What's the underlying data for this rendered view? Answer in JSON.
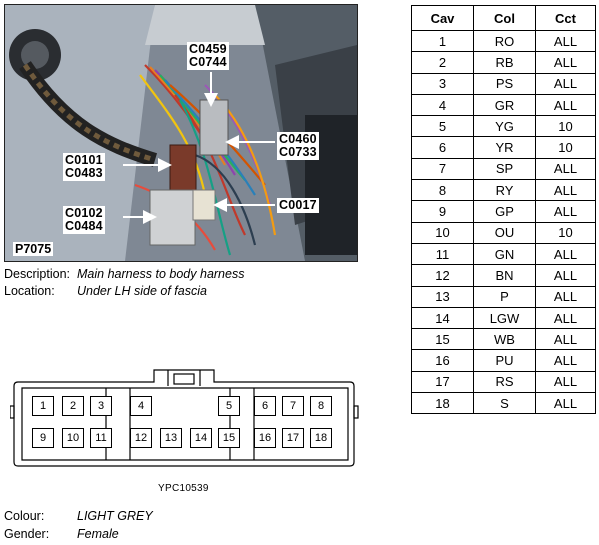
{
  "photo": {
    "plate_id": "P7075",
    "callouts": [
      {
        "lines": [
          "C0459",
          "C0744"
        ]
      },
      {
        "lines": [
          "C0460",
          "C0733"
        ]
      },
      {
        "lines": [
          "C0101",
          "C0483"
        ]
      },
      {
        "lines": [
          "C0017"
        ]
      },
      {
        "lines": [
          "C0102",
          "C0484"
        ]
      }
    ]
  },
  "details": {
    "description_label": "Description:",
    "description_value": "Main harness to body harness",
    "location_label": "Location:",
    "location_value": "Under LH side of fascia"
  },
  "connector": {
    "upper_pins": [
      "1",
      "2",
      "3",
      "4",
      "5",
      "6",
      "7",
      "8"
    ],
    "lower_pins": [
      "9",
      "10",
      "11",
      "12",
      "13",
      "14",
      "15",
      "16",
      "17",
      "18"
    ],
    "figure_id": "YPC10539"
  },
  "properties": {
    "colour_label": "Colour:",
    "colour_value": "LIGHT GREY",
    "gender_label": "Gender:",
    "gender_value": "Female"
  },
  "pin_table": {
    "headers": [
      "Cav",
      "Col",
      "Cct"
    ],
    "rows": [
      [
        "1",
        "RO",
        "ALL"
      ],
      [
        "2",
        "RB",
        "ALL"
      ],
      [
        "3",
        "PS",
        "ALL"
      ],
      [
        "4",
        "GR",
        "ALL"
      ],
      [
        "5",
        "YG",
        "10"
      ],
      [
        "6",
        "YR",
        "10"
      ],
      [
        "7",
        "SP",
        "ALL"
      ],
      [
        "8",
        "RY",
        "ALL"
      ],
      [
        "9",
        "GP",
        "ALL"
      ],
      [
        "10",
        "OU",
        "10"
      ],
      [
        "11",
        "GN",
        "ALL"
      ],
      [
        "12",
        "BN",
        "ALL"
      ],
      [
        "13",
        "P",
        "ALL"
      ],
      [
        "14",
        "LGW",
        "ALL"
      ],
      [
        "15",
        "WB",
        "ALL"
      ],
      [
        "16",
        "PU",
        "ALL"
      ],
      [
        "17",
        "RS",
        "ALL"
      ],
      [
        "18",
        "S",
        "ALL"
      ]
    ]
  }
}
